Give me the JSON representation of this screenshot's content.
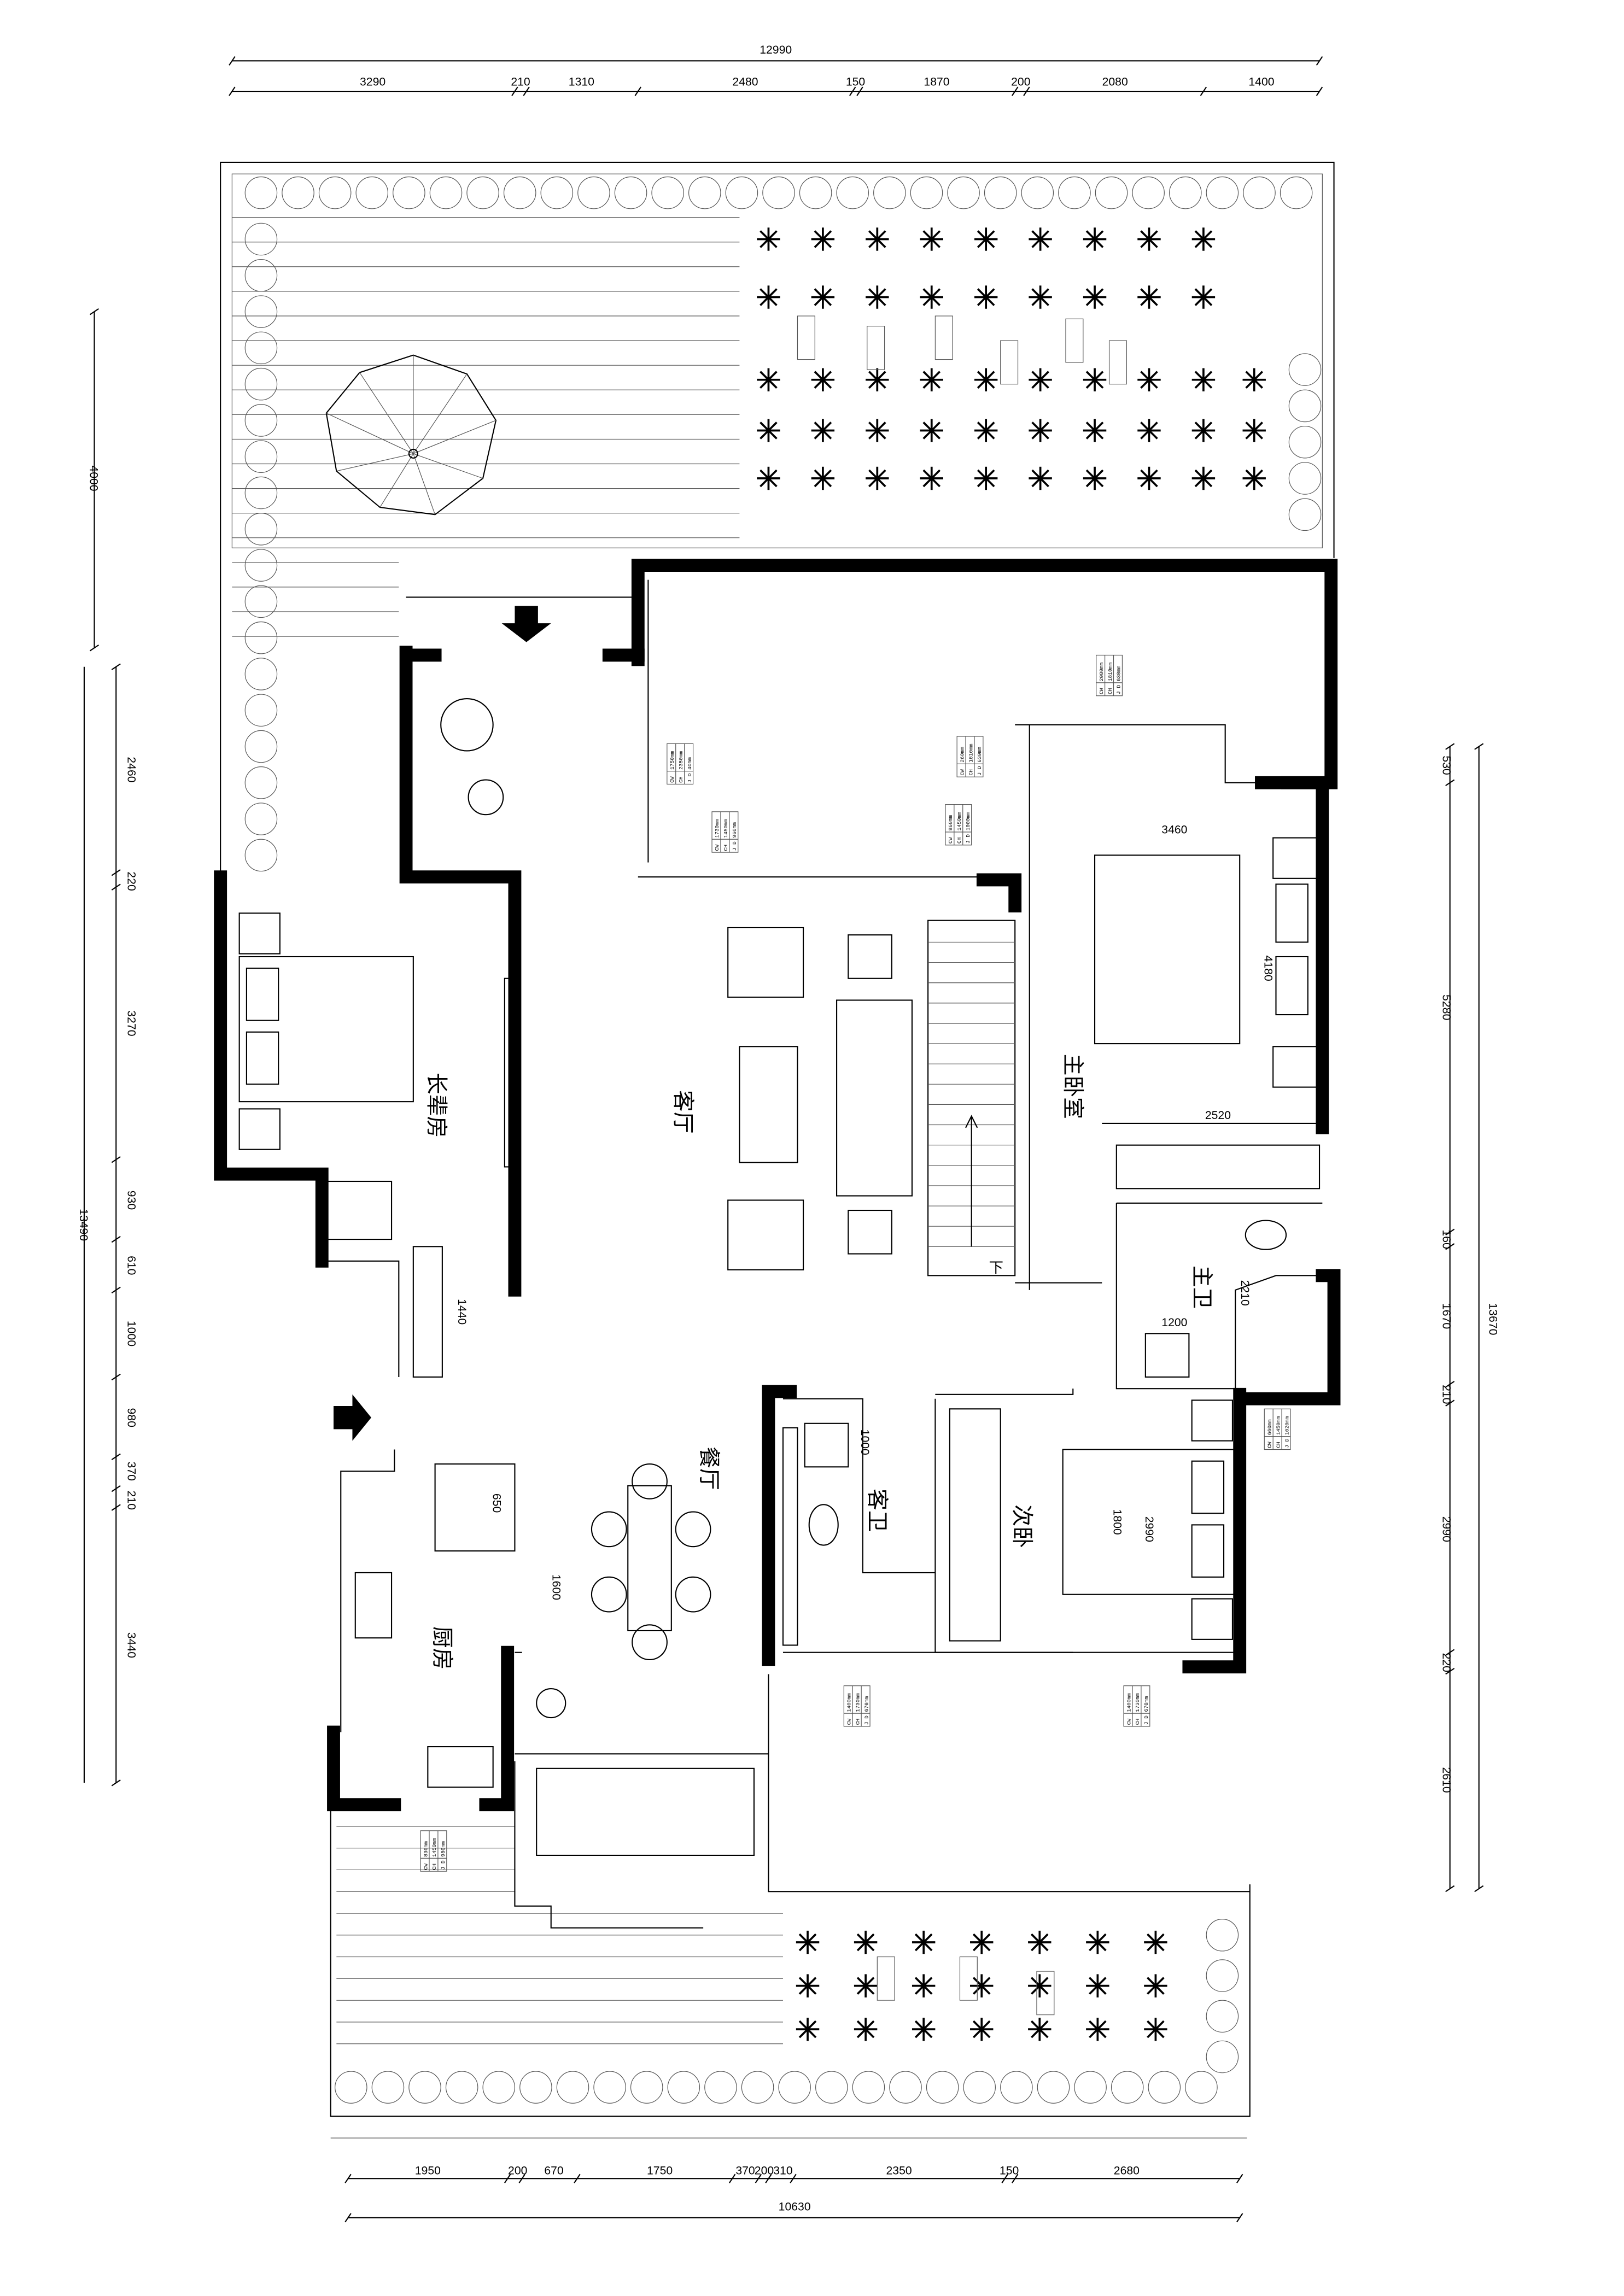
{
  "plan": {
    "dims_top": {
      "total": "12990",
      "parts": [
        "3290",
        "210",
        "1310",
        "2480",
        "150",
        "1870",
        "200",
        "2080",
        "1400"
      ]
    },
    "dims_bottom": {
      "total": "10630",
      "parts": [
        "1950",
        "200",
        "670",
        "1750",
        "370",
        "200",
        "310",
        "2350",
        "150",
        "2680"
      ]
    },
    "dims_left": {
      "garden": "4000",
      "total": "13490",
      "parts": [
        "2460",
        "220",
        "3270",
        "930",
        "610",
        "1000",
        "980",
        "370",
        "210",
        "3440"
      ]
    },
    "dims_right": {
      "total": "13670",
      "parts": [
        "530",
        "5280",
        "160",
        "1670",
        "210",
        "2990",
        "220",
        "2610"
      ]
    },
    "inner_dims": {
      "master_w": "3460",
      "master_bed_h": "4180",
      "master_wardrobe": "2520",
      "bath_h": "2210",
      "bath_w": "1200",
      "corridor": "1440",
      "guest_bath": "1000",
      "kitchen_fridge": "650",
      "dining": "1600",
      "second_bed": "1800",
      "second_h": "2990"
    },
    "rooms": {
      "elder": "长辈房",
      "living": "客厅",
      "master": "主卧室",
      "master_bath": "主卫",
      "dining": "餐厅",
      "kitchen": "厨房",
      "guest_bath": "客卫",
      "second": "次卧"
    },
    "stair_label": "下",
    "tag_labels": {
      "cw": "CW",
      "ch": "CH",
      "jd": "J D"
    },
    "tags": [
      {
        "cw": "1750mm",
        "ch": "2350mm",
        "jd": "40mm"
      },
      {
        "cw": "1730mm",
        "ch": "1450mm",
        "jd": "960mm"
      },
      {
        "cw": "860mm",
        "ch": "1450mm",
        "jd": "1000mm"
      },
      {
        "cw": "260mm",
        "ch": "1810mm",
        "jd": "630mm"
      },
      {
        "cw": "2080mm",
        "ch": "1810mm",
        "jd": "630mm"
      },
      {
        "cw": "660mm",
        "ch": "1450mm",
        "jd": "1020mm"
      },
      {
        "cw": "1400mm",
        "ch": "1730mm",
        "jd": "670mm"
      },
      {
        "cw": "1400mm",
        "ch": "1730mm",
        "jd": "670mm"
      },
      {
        "cw": "830mm",
        "ch": "1450mm",
        "jd": "980mm"
      }
    ]
  }
}
